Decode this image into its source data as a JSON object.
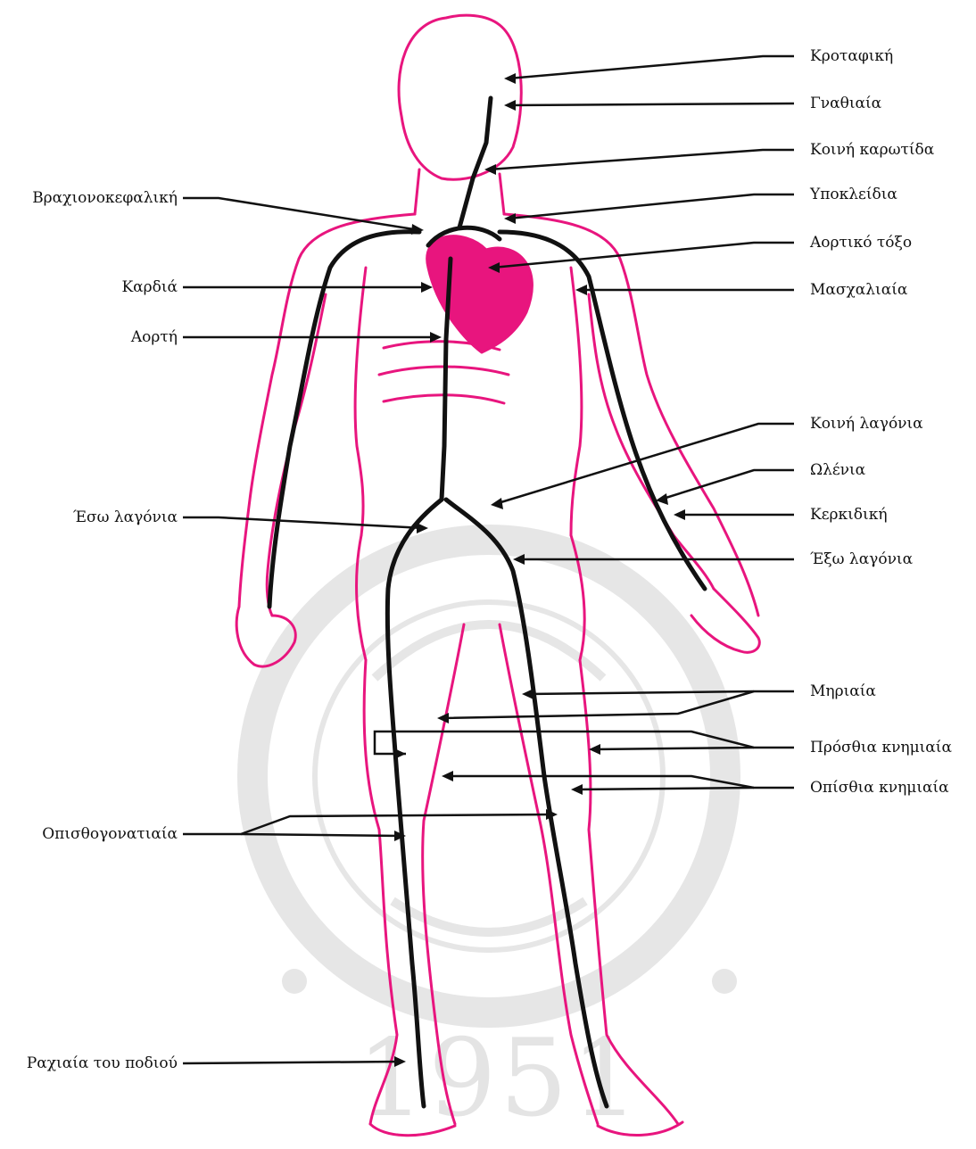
{
  "colors": {
    "artery": "#e8157e",
    "ink": "#111111",
    "watermark": "#e3e3e3",
    "background": "#ffffff"
  },
  "watermark": {
    "year_digits": [
      "1",
      "9",
      "5",
      "1"
    ]
  },
  "labels_right": [
    {
      "id": "krotafiki",
      "text": "Κροταφική"
    },
    {
      "id": "gnathiaia",
      "text": "Γναθιαία"
    },
    {
      "id": "koini-karotida",
      "text": "Κοινή καρωτίδα"
    },
    {
      "id": "ypokleidia",
      "text": "Υποκλείδια"
    },
    {
      "id": "aortiko-toxo",
      "text": "Αορτικό τόξο"
    },
    {
      "id": "masxaliaia",
      "text": "Μασχαλιαία"
    },
    {
      "id": "koini-lagonia",
      "text": "Κοινή λαγόνια"
    },
    {
      "id": "olenia",
      "text": "Ωλένια"
    },
    {
      "id": "kerkidiki",
      "text": "Κερκιδική"
    },
    {
      "id": "exo-lagonia",
      "text": "Έξω λαγόνια"
    },
    {
      "id": "mhriaia",
      "text": "Μηριαία"
    },
    {
      "id": "prosthia-knimiaia",
      "text": "Πρόσθια κνημιαία"
    },
    {
      "id": "opisthia-knimiaia",
      "text": "Οπίσθια κνημιαία"
    }
  ],
  "labels_left": [
    {
      "id": "vraxionokefaliki",
      "text": "Βραχιονοκεφαλική"
    },
    {
      "id": "kardia",
      "text": "Καρδιά"
    },
    {
      "id": "aorti",
      "text": "Αορτή"
    },
    {
      "id": "eso-lagonia",
      "text": "Έσω λαγόνια"
    },
    {
      "id": "opisthogonatiaia",
      "text": "Οπισθογονατιαία"
    },
    {
      "id": "raxiaia-podiou",
      "text": "Ραχιαία του ποδιού"
    }
  ]
}
